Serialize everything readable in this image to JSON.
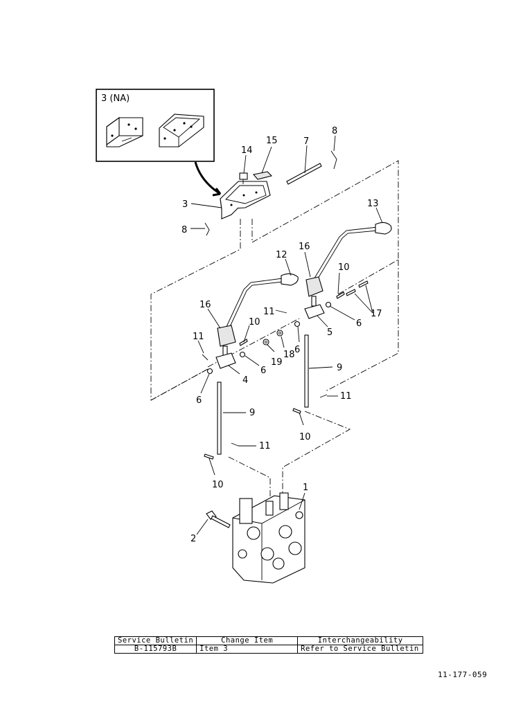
{
  "inset": {
    "title": "3 (NA)"
  },
  "callouts": {
    "c1": "1",
    "c2": "2",
    "c3": "3",
    "c4": "4",
    "c5": "5",
    "c6a": "6",
    "c6b": "6",
    "c6c": "6",
    "c6d": "6",
    "c7": "7",
    "c8a": "8",
    "c8b": "8",
    "c9a": "9",
    "c9b": "9",
    "c10a": "10",
    "c10b": "10",
    "c10c": "10",
    "c10d": "10",
    "c11a": "11",
    "c11b": "11",
    "c11c": "11",
    "c11d": "11",
    "c12": "12",
    "c13": "13",
    "c14": "14",
    "c15": "15",
    "c16a": "16",
    "c16b": "16",
    "c17": "17",
    "c18": "18",
    "c19": "19"
  },
  "bulletin_table": {
    "headers": [
      "Service Bulletin",
      "Change Item",
      "Interchangeability"
    ],
    "row": [
      "B-115793B",
      "Item 3",
      "Refer to Service Bulletin"
    ]
  },
  "drawing_number": "11-177-059"
}
